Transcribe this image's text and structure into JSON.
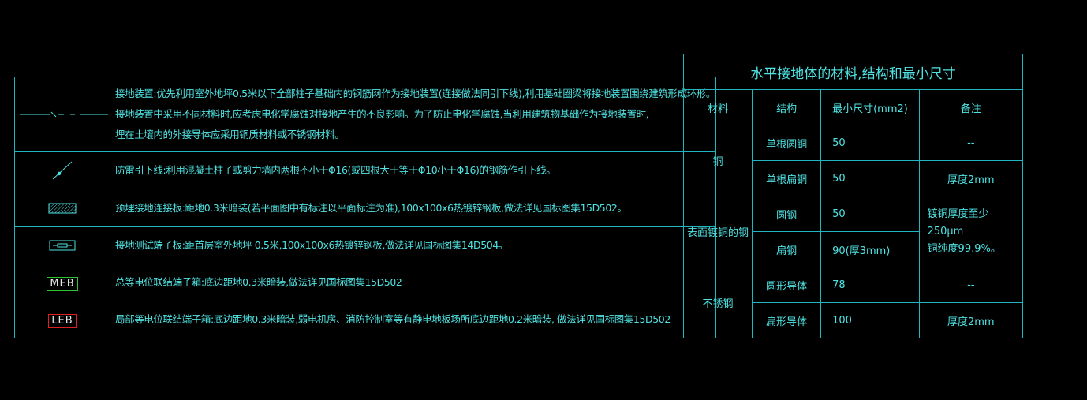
{
  "legend": {
    "rows": [
      {
        "symbol_icon": "grounding-line-symbol-icon",
        "lines": [
          "接地装置:优先利用室外地坪0.5米以下全部柱子基础内的钢筋网作为接地装置(连接做法同引下线),利用基础圈梁将接地装置围绕建筑形成环形。",
          "接地装置中采用不同材料时,应考虑电化学腐蚀对接地产生的不良影响。为了防止电化学腐蚀,当利用建筑物基础作为接地装置时,",
          "埋在土壤内的外接导体应采用铜质材料或不锈钢材料。"
        ]
      },
      {
        "symbol_icon": "down-conductor-symbol-icon",
        "lines": [
          "防雷引下线:利用混凝土柱子或剪力墙内两根不小于Φ16(或四根大于等于Φ10小于Φ16)的钢筋作引下线。"
        ]
      },
      {
        "symbol_icon": "embedded-plate-symbol-icon",
        "lines": [
          "预埋接地连接板:距地0.3米暗装(若平面图中有标注以平面标注为准),100x100x6热镀锌钢板,做法详见国标图集15D502。"
        ]
      },
      {
        "symbol_icon": "test-terminal-symbol-icon",
        "lines": [
          "接地测试端子板:距首层室外地坪 0.5米,100x100x6热镀锌钢板,做法详见国标图集14D504。"
        ]
      },
      {
        "symbol_label": "MEB",
        "lines": [
          "总等电位联结端子箱:底边距地0.3米暗装,做法详见国标图集15D502"
        ]
      },
      {
        "symbol_label": "LEB",
        "lines": [
          "局部等电位联结端子箱:底边距地0.3米暗装,弱电机房、消防控制室等有静电地板场所底边距地0.2米暗装, 做法详见国标图集15D502"
        ]
      }
    ]
  },
  "materials": {
    "title": "水平接地体的材料,结构和最小尺寸",
    "headers": [
      "材料",
      "结构",
      "最小尺寸(mm2)",
      "备注"
    ],
    "groups": [
      {
        "material": "铜",
        "rows": [
          {
            "structure": "单根圆铜",
            "size": "50",
            "note": "--"
          },
          {
            "structure": "单根扁铜",
            "size": "50",
            "note": "厚度2mm"
          }
        ]
      },
      {
        "material": "表面镀铜的钢",
        "note_lines": [
          "镀铜厚度至少250μm",
          "铜纯度99.9%。"
        ],
        "rows": [
          {
            "structure": "圆钢",
            "size": "50"
          },
          {
            "structure": "扁钢",
            "size": "90(厚3mm)"
          }
        ]
      },
      {
        "material": "不锈钢",
        "rows": [
          {
            "structure": "圆形导体",
            "size": "78",
            "note": "--"
          },
          {
            "structure": "扁形导体",
            "size": "100",
            "note": "厚度2mm"
          }
        ]
      }
    ]
  },
  "colors": {
    "line": "#1fb6c2",
    "text": "#4fe3e3",
    "meb_border": "#2fc42f",
    "leb_border": "#e02020",
    "background": "#000000"
  }
}
